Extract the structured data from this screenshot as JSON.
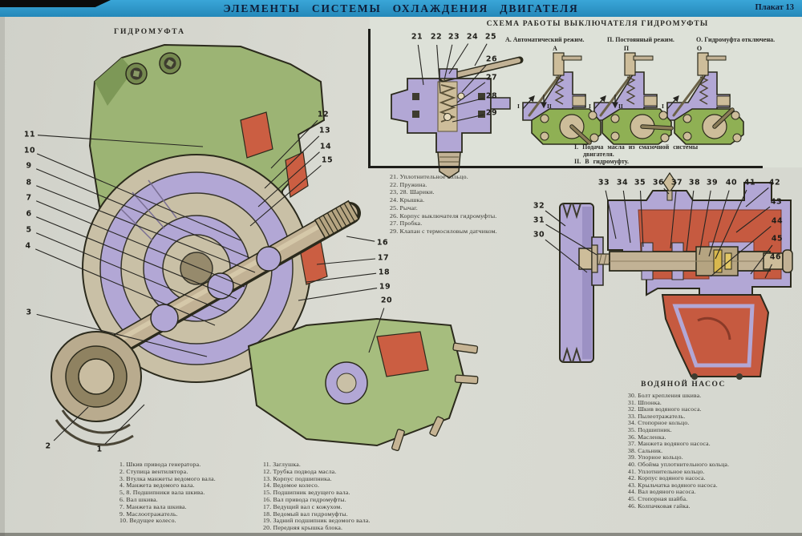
{
  "header": {
    "title": "ЭЛЕМЕНТЫ  СИСТЕМЫ  ОХЛАЖДЕНИЯ  ДВИГАТЕЛЯ",
    "poster_number": "Плакат 13"
  },
  "hydrocoupling": {
    "title": "ГИДРОМУФТА",
    "legend_col1": [
      "1. Шкив привода генератора.",
      "2. Ступица вентилятора.",
      "3. Втулка манжеты ведомого вала.",
      "4. Манжета ведомого вала.",
      "5, 8. Подшипники вала шкива.",
      "6. Вал шкива.",
      "7. Манжета вала шкива.",
      "9. Маслоотражатель.",
      "10. Ведущее колесо."
    ],
    "legend_col2": [
      "11. Заглушка.",
      "12. Трубка подвода масла.",
      "13. Корпус подшипника.",
      "14. Ведомое колесо.",
      "15. Подшипник ведущего вала.",
      "16. Вал привода гидромуфты.",
      "17. Ведущий вал с кожухом.",
      "18. Ведомый вал гидромуфты.",
      "19. Задний подшипник ведомого вала.",
      "20. Передняя крышка блока."
    ]
  },
  "switch_diagram": {
    "title": "СХЕМА  РАБОТЫ  ВЫКЛЮЧАТЕЛЯ  ГИДРОМУФТЫ",
    "modes": [
      {
        "key": "А",
        "label": "А. Автоматический режим."
      },
      {
        "key": "П",
        "label": "П. Постоянный режим."
      },
      {
        "key": "О",
        "label": "О. Гидромуфта отключена."
      }
    ],
    "flow_in_label": "I",
    "flow_out_label": "II",
    "notes": [
      "I. Подача масла из смазочной системы двигателя.",
      "II. В гидромуфту."
    ],
    "legend": [
      "21. Уплотнительное кольцо.",
      "22. Пружина.",
      "23, 28. Шарики.",
      "24. Крышка.",
      "25. Рычаг.",
      "26. Корпус выключателя гидромуфты.",
      "27. Пробка.",
      "29. Клапан с термосиловым датчиком."
    ]
  },
  "water_pump": {
    "title": "ВОДЯНОЙ НАСОС",
    "legend": [
      "30. Болт крепления шкива.",
      "31. Шпонка.",
      "32. Шкив водяного насоса.",
      "33. Пылеотражатель.",
      "34. Стопорное кольцо.",
      "35. Подшипник.",
      "36. Масленка.",
      "37. Манжета водяного насоса.",
      "38. Сальник.",
      "39. Упорное кольцо.",
      "40. Обойма уплотнительного кольца.",
      "41. Уплотнительное кольцо.",
      "42. Корпус водяного насоса.",
      "43. Крыльчатка водяного насоса.",
      "44. Вал водяного насоса.",
      "45. Стопорная шайба.",
      "46. Колпачковая гайка."
    ]
  },
  "callouts": {
    "hydro_left": [
      "11",
      "10",
      "9",
      "8",
      "7",
      "6",
      "5",
      "4",
      "3",
      "2",
      "1"
    ],
    "hydro_right": [
      "12",
      "13",
      "14",
      "15",
      "16",
      "17",
      "18",
      "19",
      "20"
    ],
    "switch_valve": [
      "21",
      "22",
      "23",
      "24",
      "25",
      "26",
      "27",
      "28",
      "29"
    ],
    "pump_left": [
      "32",
      "31",
      "30"
    ],
    "pump_top": [
      "33",
      "34",
      "35",
      "36",
      "37",
      "38",
      "39",
      "40",
      "41",
      "42"
    ],
    "pump_right": [
      "43",
      "44",
      "45",
      "46"
    ]
  },
  "colors": {
    "header_blue": "#2e9bcd",
    "paper": "#d6d7cf",
    "housing_green": "#9cb474",
    "casing_green_light": "#a6bd7e",
    "section_lavender": "#b2a7d5",
    "section_red": "#c65a40",
    "metal_tan": "#c2b295",
    "line_dark": "#262521"
  }
}
